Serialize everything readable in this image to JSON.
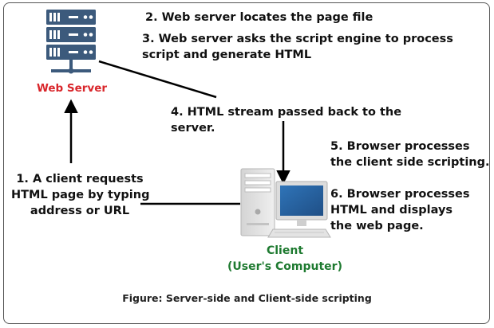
{
  "colors": {
    "server_label": "#d9262b",
    "client_label": "#1e7a30",
    "server_icon": "#3c5a7c",
    "monitor_screen": "#2f74b8"
  },
  "icons": {
    "server": "server-rack-icon",
    "client": "desktop-computer-icon"
  },
  "nodes": {
    "server_label": "Web Server",
    "client_label_line1": "Client",
    "client_label_line2": "(User's Computer)"
  },
  "steps": {
    "step1": [
      "1. A client requests",
      "HTML page by typing",
      "address or URL"
    ],
    "step2": [
      "2.  Web server locates the page file"
    ],
    "step3": [
      "3. Web server asks the script engine to process",
      "script and generate HTML"
    ],
    "step4": [
      "4. HTML stream passed back to the",
      "server."
    ],
    "step5": [
      "5. Browser processes",
      "the client side scripting."
    ],
    "step6": [
      "6. Browser processes",
      "HTML and displays",
      "the web page."
    ]
  },
  "caption": "Figure: Server-side and Client-side scripting"
}
